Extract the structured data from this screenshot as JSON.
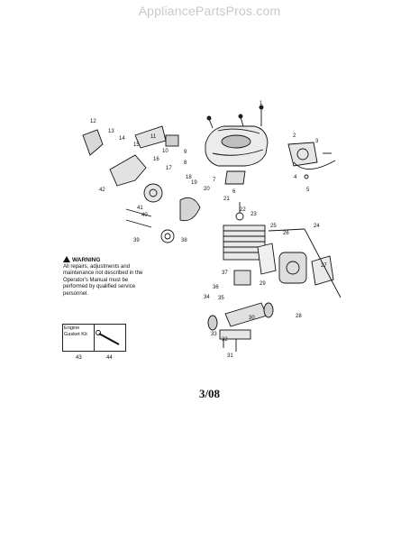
{
  "watermark": "AppliancePartsPros.com",
  "warning": {
    "title": "WARNING",
    "body": "All repairs, adjustments and maintenance not described in the Operator's Manual must be performed by qualified service personnel."
  },
  "kit": {
    "text": "Engine Gasket Kit"
  },
  "revision": "3/08",
  "labels": [
    "1",
    "2",
    "3",
    "4",
    "5",
    "6",
    "7",
    "8",
    "9",
    "10",
    "11",
    "12",
    "13",
    "14",
    "15",
    "16",
    "17",
    "18",
    "19",
    "20",
    "21",
    "22",
    "23",
    "24",
    "25",
    "26",
    "27",
    "28",
    "29",
    "30",
    "31",
    "32",
    "33",
    "34",
    "35",
    "36",
    "37",
    "38",
    "39",
    "40",
    "41",
    "42",
    "43",
    "44"
  ]
}
